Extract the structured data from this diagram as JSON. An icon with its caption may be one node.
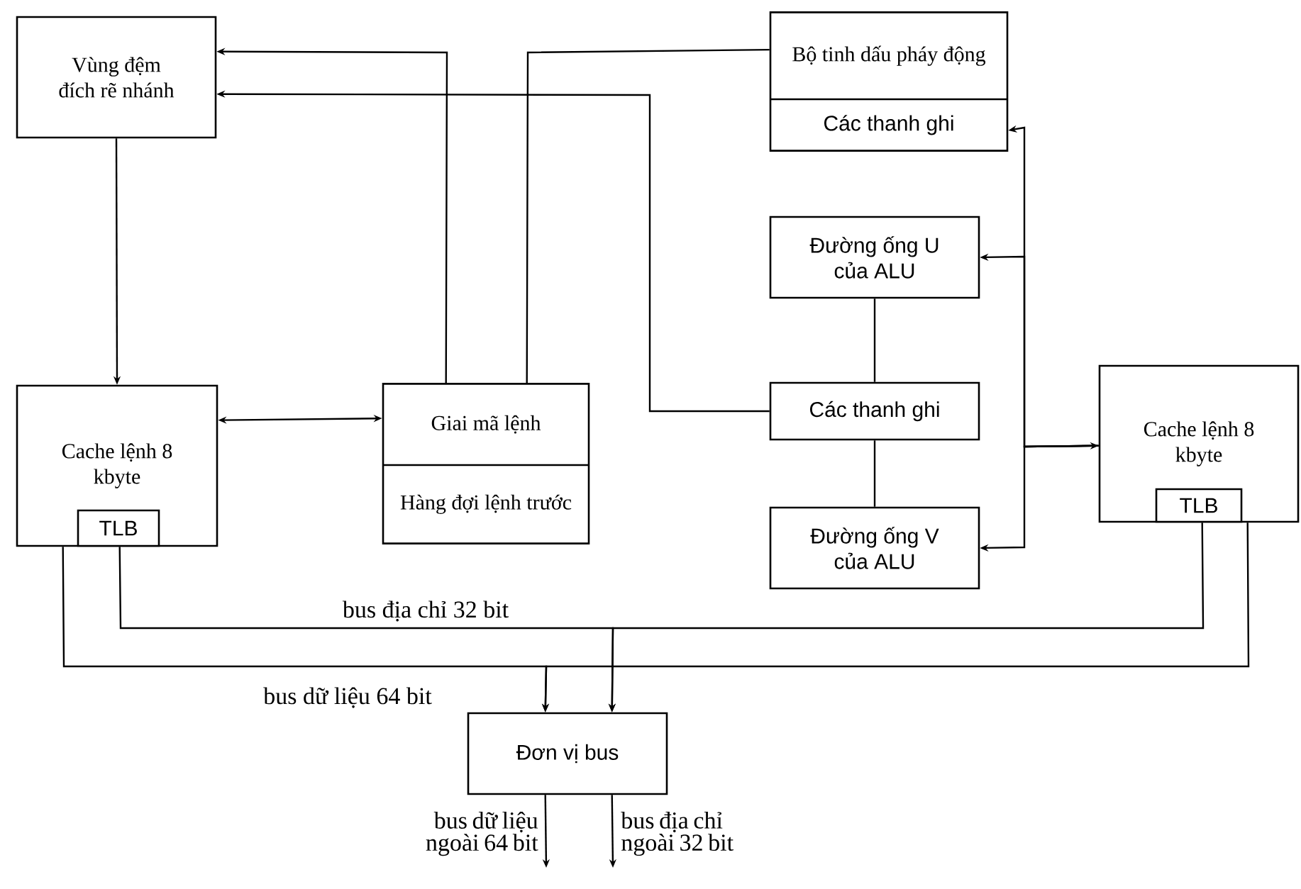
{
  "diagram": {
    "nodes": [
      {
        "text": [
          "Vùng đệm đích rẽ nhánh"
        ]
      },
      {
        "text": [
          "Cache lệnh 8 kbyte"
        ]
      },
      {
        "text": [
          "TLB"
        ],
        "in": 1
      },
      {
        "text": [
          "Giai mã lệnh",
          "Hàng đợi lệnh trước"
        ]
      },
      {
        "text": [
          "Bộ tinh dấu pháy động",
          "Các thanh ghi"
        ]
      },
      {
        "text": [
          "Đường ống U của ALU"
        ]
      },
      {
        "text": [
          "Các thanh ghi"
        ]
      },
      {
        "text": [
          "Đường ống V của ALU"
        ]
      },
      {
        "text": [
          "Cache lệnh 8 kbyte"
        ]
      },
      {
        "text": [
          "TLB"
        ],
        "in": 8
      },
      {
        "text": [
          "Đơn vị bus"
        ]
      }
    ],
    "edges": [
      {
        "from": 0,
        "to": 1,
        "arrow": "to"
      },
      {
        "from": 3,
        "to": 0,
        "arrow": "to"
      },
      {
        "from": 3,
        "to": 4,
        "arrow": "none"
      },
      {
        "from": 6,
        "to": 0,
        "arrow": "to"
      },
      {
        "from": 1,
        "to": 3,
        "arrow": "both"
      },
      {
        "from": 5,
        "to": 6,
        "arrow": "none"
      },
      {
        "from": 6,
        "to": 7,
        "arrow": "none"
      },
      {
        "from": 4,
        "to": 8,
        "arrow": "both"
      },
      {
        "from": 8,
        "to": 5,
        "arrow": "to"
      },
      {
        "from": 8,
        "to": 7,
        "arrow": "to"
      },
      {
        "from": 1,
        "to": 10,
        "arrow": "to"
      },
      {
        "from": 8,
        "to": 10,
        "arrow": "to"
      },
      {
        "from": 1,
        "to": 10,
        "arrow": "to"
      },
      {
        "from": 8,
        "to": 10,
        "arrow": "to"
      },
      {
        "from": 10,
        "to": null,
        "arrow": "to",
        "label": "bus dữ liệu ngoài 64 bit"
      },
      {
        "from": 10,
        "to": null,
        "arrow": "to",
        "label": "bus địa chỉ ngoài 32 bit"
      }
    ],
    "labels": [
      "bus địa chỉ 32 bit",
      "bus dữ liệu 64 bit"
    ]
  }
}
